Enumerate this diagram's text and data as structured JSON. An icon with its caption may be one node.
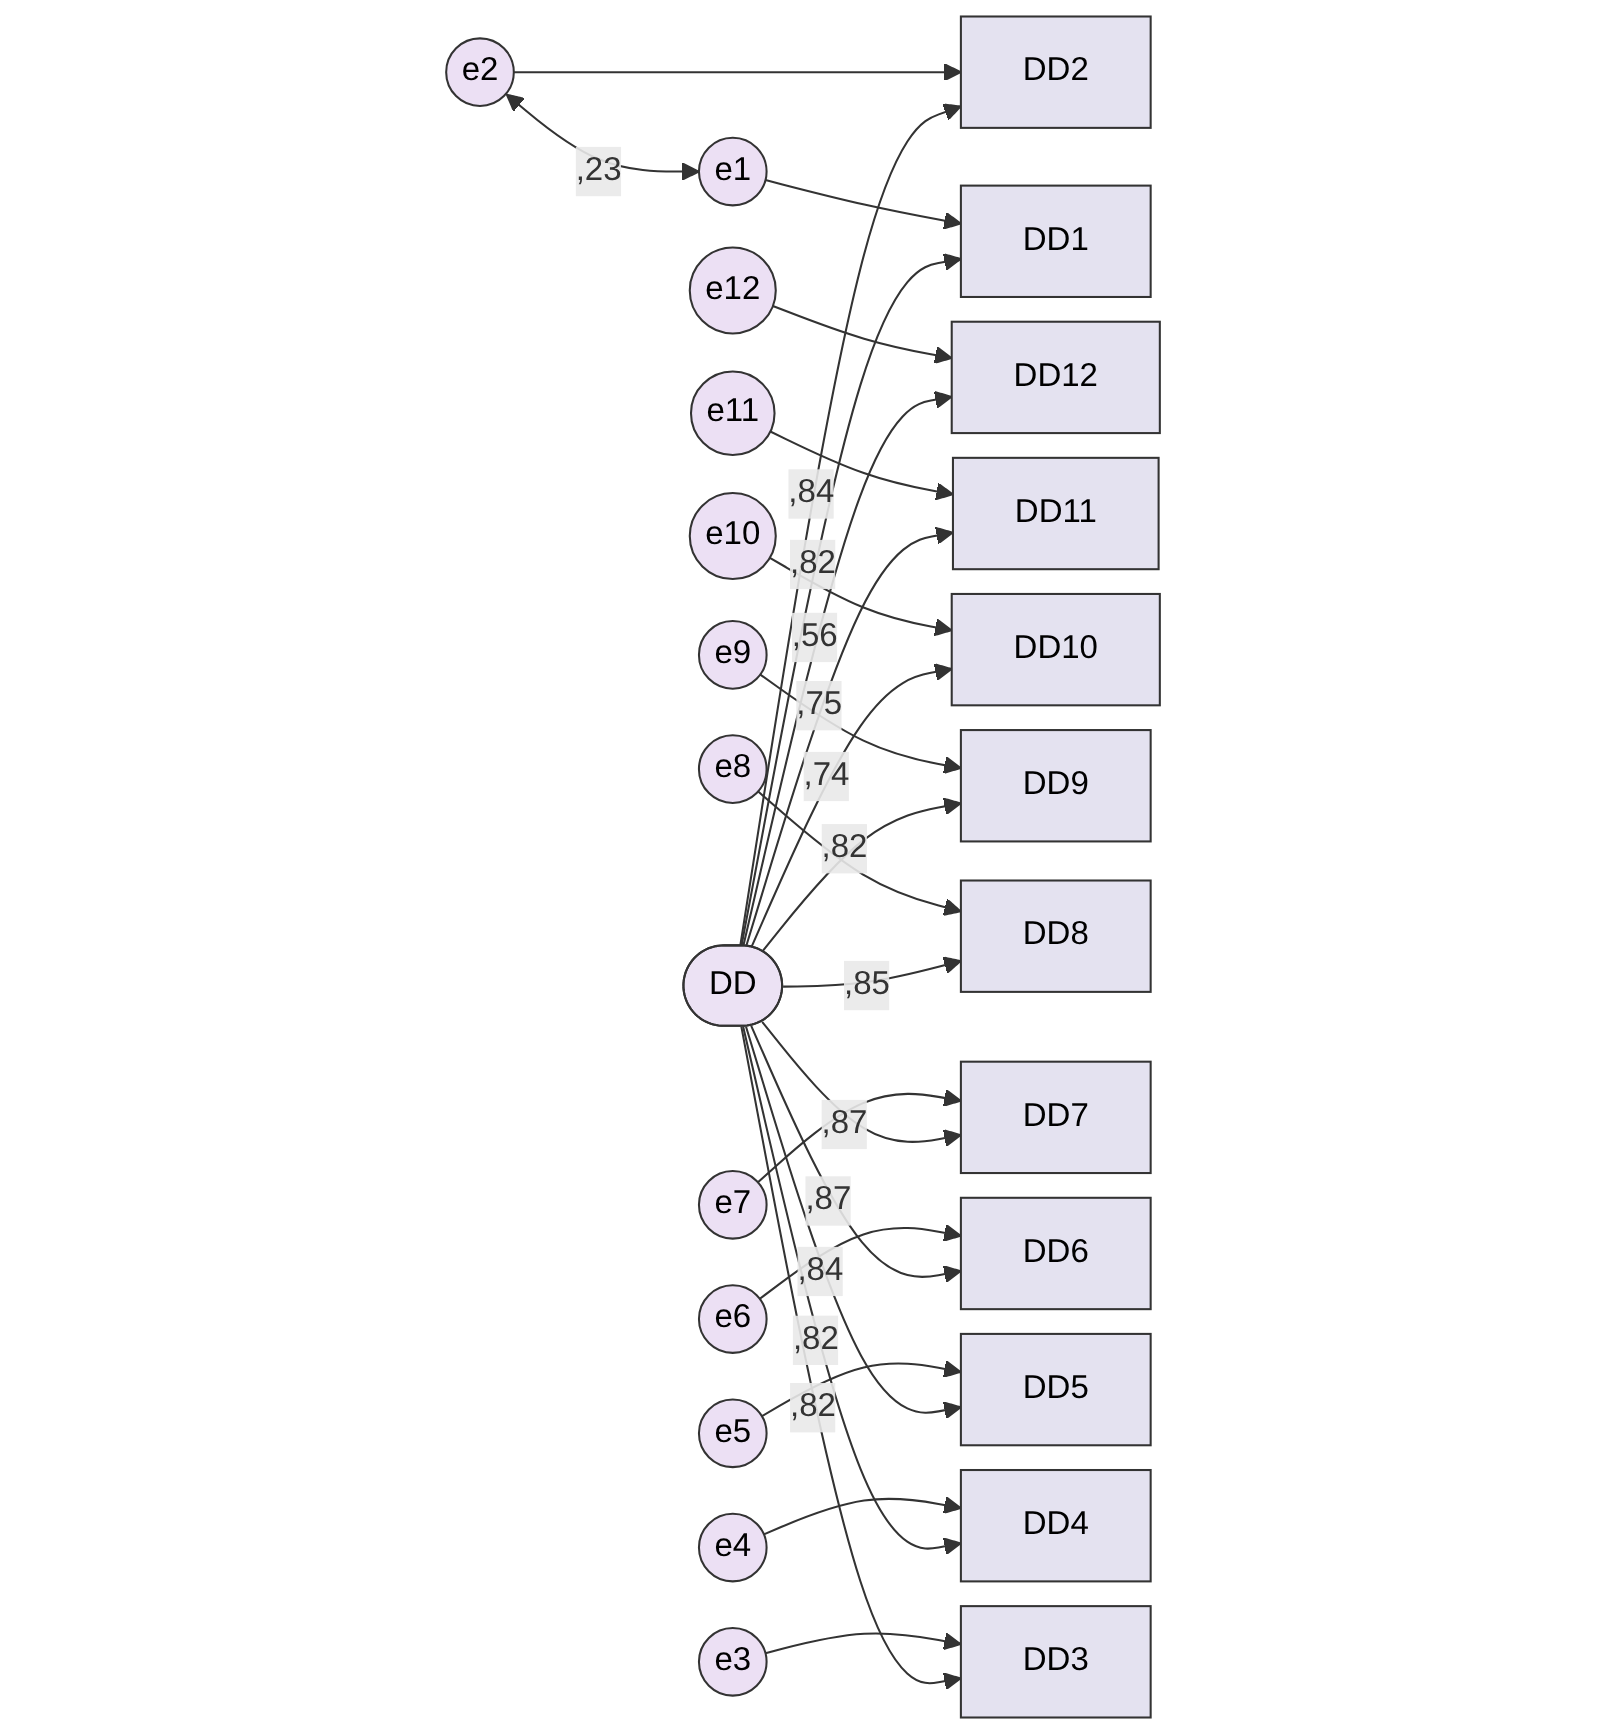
{
  "diagram": {
    "nodes": [
      {
        "text": [
          "e12"
        ]
      },
      {
        "text": [
          "DD12"
        ]
      },
      {
        "text": [
          "e11"
        ]
      },
      {
        "text": [
          "DD11"
        ]
      },
      {
        "text": [
          "e10"
        ]
      },
      {
        "text": [
          "DD10"
        ]
      },
      {
        "text": [
          "e9"
        ]
      },
      {
        "text": [
          "DD9"
        ]
      },
      {
        "text": [
          "e8"
        ]
      },
      {
        "text": [
          "DD8"
        ]
      },
      {
        "text": [
          "e7"
        ]
      },
      {
        "text": [
          "DD7"
        ]
      },
      {
        "text": [
          "e6"
        ]
      },
      {
        "text": [
          "DD6"
        ]
      },
      {
        "text": [
          "e5"
        ]
      },
      {
        "text": [
          "DD5"
        ]
      },
      {
        "text": [
          "e4"
        ]
      },
      {
        "text": [
          "DD4"
        ]
      },
      {
        "text": [
          "e3"
        ]
      },
      {
        "text": [
          "DD3"
        ]
      },
      {
        "text": [
          "e2"
        ]
      },
      {
        "text": [
          "DD2"
        ]
      },
      {
        "text": [
          "e1"
        ]
      },
      {
        "text": [
          "DD1"
        ]
      },
      {
        "text": [
          "DD"
        ]
      }
    ],
    "edges": [
      {
        "from": 0,
        "to": 1,
        "arrow": "to"
      },
      {
        "from": 2,
        "to": 3,
        "arrow": "to"
      },
      {
        "from": 4,
        "to": 5,
        "arrow": "to"
      },
      {
        "from": 6,
        "to": 7,
        "arrow": "to"
      },
      {
        "from": 8,
        "to": 9,
        "arrow": "to"
      },
      {
        "from": 10,
        "to": 11,
        "arrow": "to"
      },
      {
        "from": 12,
        "to": 13,
        "arrow": "to"
      },
      {
        "from": 14,
        "to": 15,
        "arrow": "to"
      },
      {
        "from": 16,
        "to": 17,
        "arrow": "to"
      },
      {
        "from": 18,
        "to": 19,
        "arrow": "to"
      },
      {
        "from": 20,
        "to": 21,
        "arrow": "to"
      },
      {
        "from": 22,
        "to": 23,
        "arrow": "to"
      },
      {
        "from": 24,
        "to": 1,
        "arrow": "to",
        "label": ",56"
      },
      {
        "from": 24,
        "to": 3,
        "arrow": "to",
        "label": ",75"
      },
      {
        "from": 24,
        "to": 5,
        "arrow": "to",
        "label": ",74"
      },
      {
        "from": 24,
        "to": 7,
        "arrow": "to",
        "label": ",82"
      },
      {
        "from": 24,
        "to": 9,
        "arrow": "to",
        "label": ",85"
      },
      {
        "from": 24,
        "to": 11,
        "arrow": "to",
        "label": ",87"
      },
      {
        "from": 24,
        "to": 13,
        "arrow": "to",
        "label": ",87"
      },
      {
        "from": 24,
        "to": 15,
        "arrow": "to",
        "label": ",84"
      },
      {
        "from": 24,
        "to": 17,
        "arrow": "to",
        "label": ",82"
      },
      {
        "from": 24,
        "to": 19,
        "arrow": "to",
        "label": ",82"
      },
      {
        "from": 24,
        "to": 21,
        "arrow": "to",
        "label": ",84"
      },
      {
        "from": 24,
        "to": 23,
        "arrow": "to",
        "label": ",82"
      },
      {
        "from": 20,
        "to": 22,
        "arrow": "both",
        "label": ",23"
      }
    ]
  }
}
